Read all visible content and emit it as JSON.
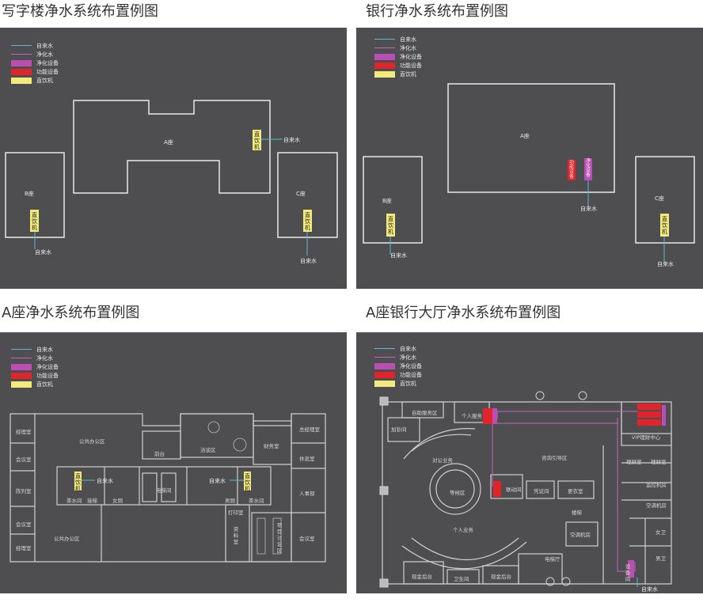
{
  "titles": {
    "p1": "写字楼净水系统布置例图",
    "p2": "银行净水系统布置例图",
    "p3": "A座净水系统布置例图",
    "p4": "A座银行大厅净水系统布置例图"
  },
  "legend": [
    {
      "label": "自来水",
      "color": "#5fb8d4",
      "kind": "line"
    },
    {
      "label": "净化水",
      "color": "#c267c3",
      "kind": "line"
    },
    {
      "label": "净化设备",
      "color": "#b94fb3",
      "kind": "box"
    },
    {
      "label": "功能设备",
      "color": "#e0242c",
      "kind": "box"
    },
    {
      "label": "直饮机",
      "color": "#f3ea7c",
      "kind": "box"
    }
  ],
  "colors": {
    "panel": "#4e4e50",
    "wall": "#e8e8e8",
    "tap": "#5fb8d4",
    "purified": "#c267c3",
    "purifier": "#b94fb3",
    "functional": "#e0242c",
    "dispenser": "#f3ea7c"
  },
  "p1": {
    "a": "A座",
    "b": "B座",
    "c": "C座",
    "machine": "直饮机",
    "tap": "自来水"
  },
  "p2": {
    "a": "A座",
    "b": "B座",
    "c": "C座",
    "machine": "直饮机",
    "tap": "自来水",
    "func": "功能设备",
    "purifier": "净化设备"
  },
  "p3": {
    "rooms": [
      "经理室",
      "会议室",
      "陈列室",
      "会议室",
      "经理室",
      "公共办公区",
      "公共办公区",
      "前台",
      "洽谈区",
      "财务室",
      "总经理室",
      "休息室",
      "人事部",
      "会议室",
      "茶水间",
      "接梯",
      "女厕",
      "电梯间",
      "男厕",
      "茶水间",
      "打印室",
      "资料室",
      "项目讨论区"
    ],
    "machine": "直饮机",
    "tap": "自来水"
  },
  "p4": {
    "rooms": [
      "自助服务区",
      "个人服务",
      "加钞间",
      "对公业务",
      "咨询引导区",
      "等候区",
      "个人业务",
      "联动间",
      "凭证间",
      "更衣室",
      "VIP理财中心",
      "理财室",
      "理财室",
      "监控机房",
      "空调机房",
      "女卫",
      "男卫",
      "楼梯",
      "空调机房",
      "电梯厅",
      "设备间",
      "现金后台",
      "卫生间",
      "现金后台"
    ],
    "tap": "自来水"
  }
}
